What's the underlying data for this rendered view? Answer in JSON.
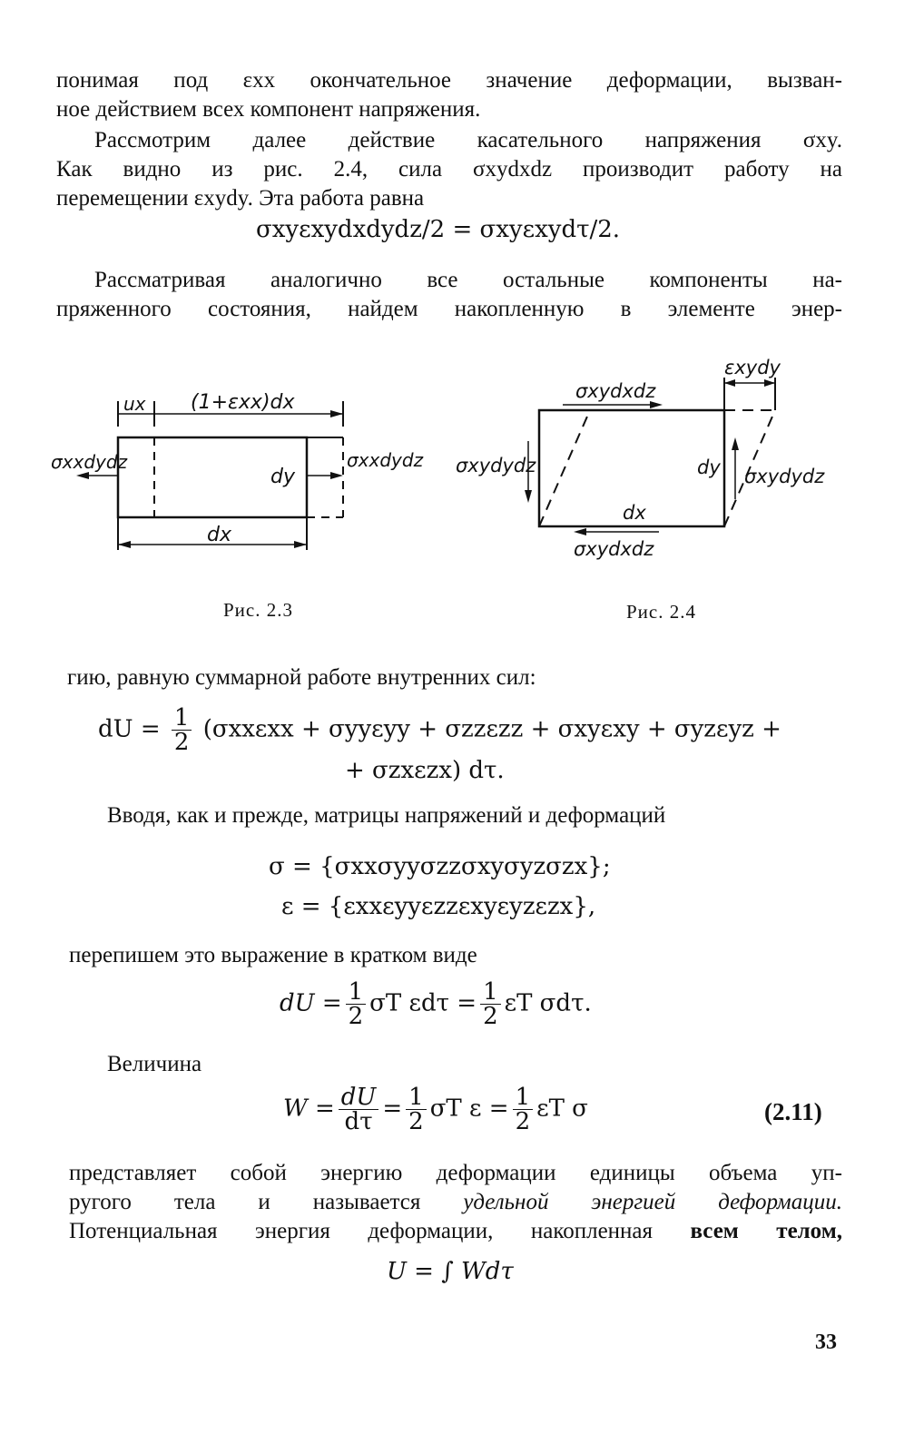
{
  "paragraphs": {
    "p1_l1": "понимая под εxx окончательное значение деформации, вызван-",
    "p1_l2": "ное действием всех компонент напряжения.",
    "p2_l1": "Рассмотрим далее действие касательного напряжения σxy.",
    "p2_l2": "Как видно из рис. 2.4, сила σxydxdz производит работу на",
    "p2_l3": "перемещении εxydy. Эта работа равна",
    "p3_l1": "Рассматривая аналогично все остальные компоненты на-",
    "p3_l2": "пряженного состояния, найдем накопленную в элементе энер-",
    "p4_l1": "гию, равную суммарной работе внутренних сил:",
    "p5_l1": "Вводя, как и прежде, матрицы напряжений и деформаций",
    "p6_l1": "перепишем это выражение в кратком виде",
    "p7_l1": "Величина",
    "p8_l1": "представляет собой энергию деформации единицы объема уп-",
    "p8_l2_a": "ругого тела и называется ",
    "p8_l2_b": "удельной энергией деформации.",
    "p8_l3_a": "Потенциальная энергия деформации, накопленная ",
    "p8_l3_b": "всем телом,"
  },
  "formulas": {
    "work": "σxyεxydxdydz/2 = σxyεxydτ/2.",
    "dU_lhs": "dU = ",
    "dU_half_num": "1",
    "dU_half_den": "2",
    "dU_rhs1": "(σxxεxx + σyyεyy + σzzεzz + σxyεxy + σyzεyz +",
    "dU_rhs2": "+ σzxεzx) dτ.",
    "sigma_vec": "σ = {σxxσyyσzzσxyσyzσzx};",
    "eps_vec": "ε = {εxxεyyεzzεxyεyzεzx},",
    "short_lhs": "dU =",
    "short_mid": "σT εdτ =",
    "short_end": "εT σdτ.",
    "W_lhs": "W =",
    "W_num": "dU",
    "W_den": "dτ",
    "W_mid": "σT ε =",
    "W_end": "εT σ",
    "one": "1",
    "two": "2",
    "U_total": "U = ∫ Wdτ"
  },
  "equation_number": "(2.11)",
  "figures": {
    "fig23": {
      "caption": "Рис. 2.3",
      "label_ux": "ux",
      "label_top": "(1+εxx)dx",
      "label_left_force": "σxxdydz",
      "label_right_force": "σxxdydz",
      "label_dy": "dy",
      "label_dx": "dx"
    },
    "fig24": {
      "caption": "Рис. 2.4",
      "label_top_force": "σxydxdz",
      "label_shift": "εxydy",
      "label_left_force": "σxydydz",
      "label_dy": "dy",
      "label_right_force": "σxydydz",
      "label_dx": "dx",
      "label_bottom_force": "σxydxdz"
    }
  },
  "page_number": "33"
}
